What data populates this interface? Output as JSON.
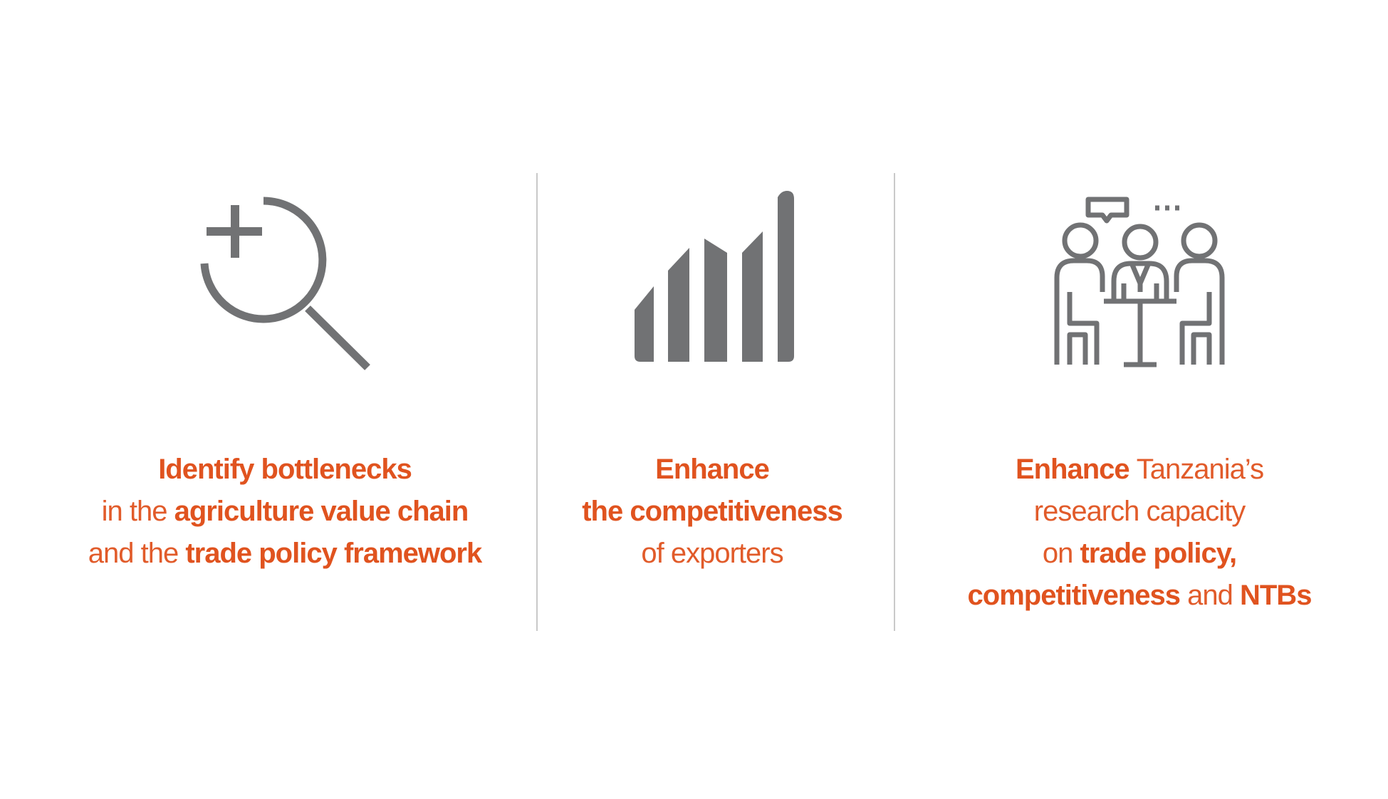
{
  "colors": {
    "accent": "#e0531f",
    "icon_gray": "#717274",
    "divider": "#c9c9c9",
    "background": "#ffffff"
  },
  "columns": [
    {
      "icon": "magnifier-plus-icon",
      "lines": [
        [
          {
            "text": "Identify bottlenecks",
            "weight": "bold"
          }
        ],
        [
          {
            "text": "in the ",
            "weight": "light"
          },
          {
            "text": "agriculture value chain",
            "weight": "bold"
          }
        ],
        [
          {
            "text": "and the ",
            "weight": "light"
          },
          {
            "text": "trade policy framework",
            "weight": "bold"
          }
        ]
      ]
    },
    {
      "icon": "growth-bars-icon",
      "lines": [
        [
          {
            "text": "Enhance",
            "weight": "bold"
          }
        ],
        [
          {
            "text": "the competitiveness",
            "weight": "bold"
          }
        ],
        [
          {
            "text": "of exporters",
            "weight": "light"
          }
        ]
      ]
    },
    {
      "icon": "meeting-people-icon",
      "lines": [
        [
          {
            "text": "Enhance ",
            "weight": "bold"
          },
          {
            "text": "Tanzania’s",
            "weight": "light"
          }
        ],
        [
          {
            "text": "research capacity",
            "weight": "light"
          }
        ],
        [
          {
            "text": "on ",
            "weight": "light"
          },
          {
            "text": "trade policy,",
            "weight": "bold"
          }
        ],
        [
          {
            "text": "competitiveness",
            "weight": "bold"
          },
          {
            "text": " and ",
            "weight": "light"
          },
          {
            "text": "NTBs",
            "weight": "bold"
          }
        ]
      ]
    }
  ]
}
